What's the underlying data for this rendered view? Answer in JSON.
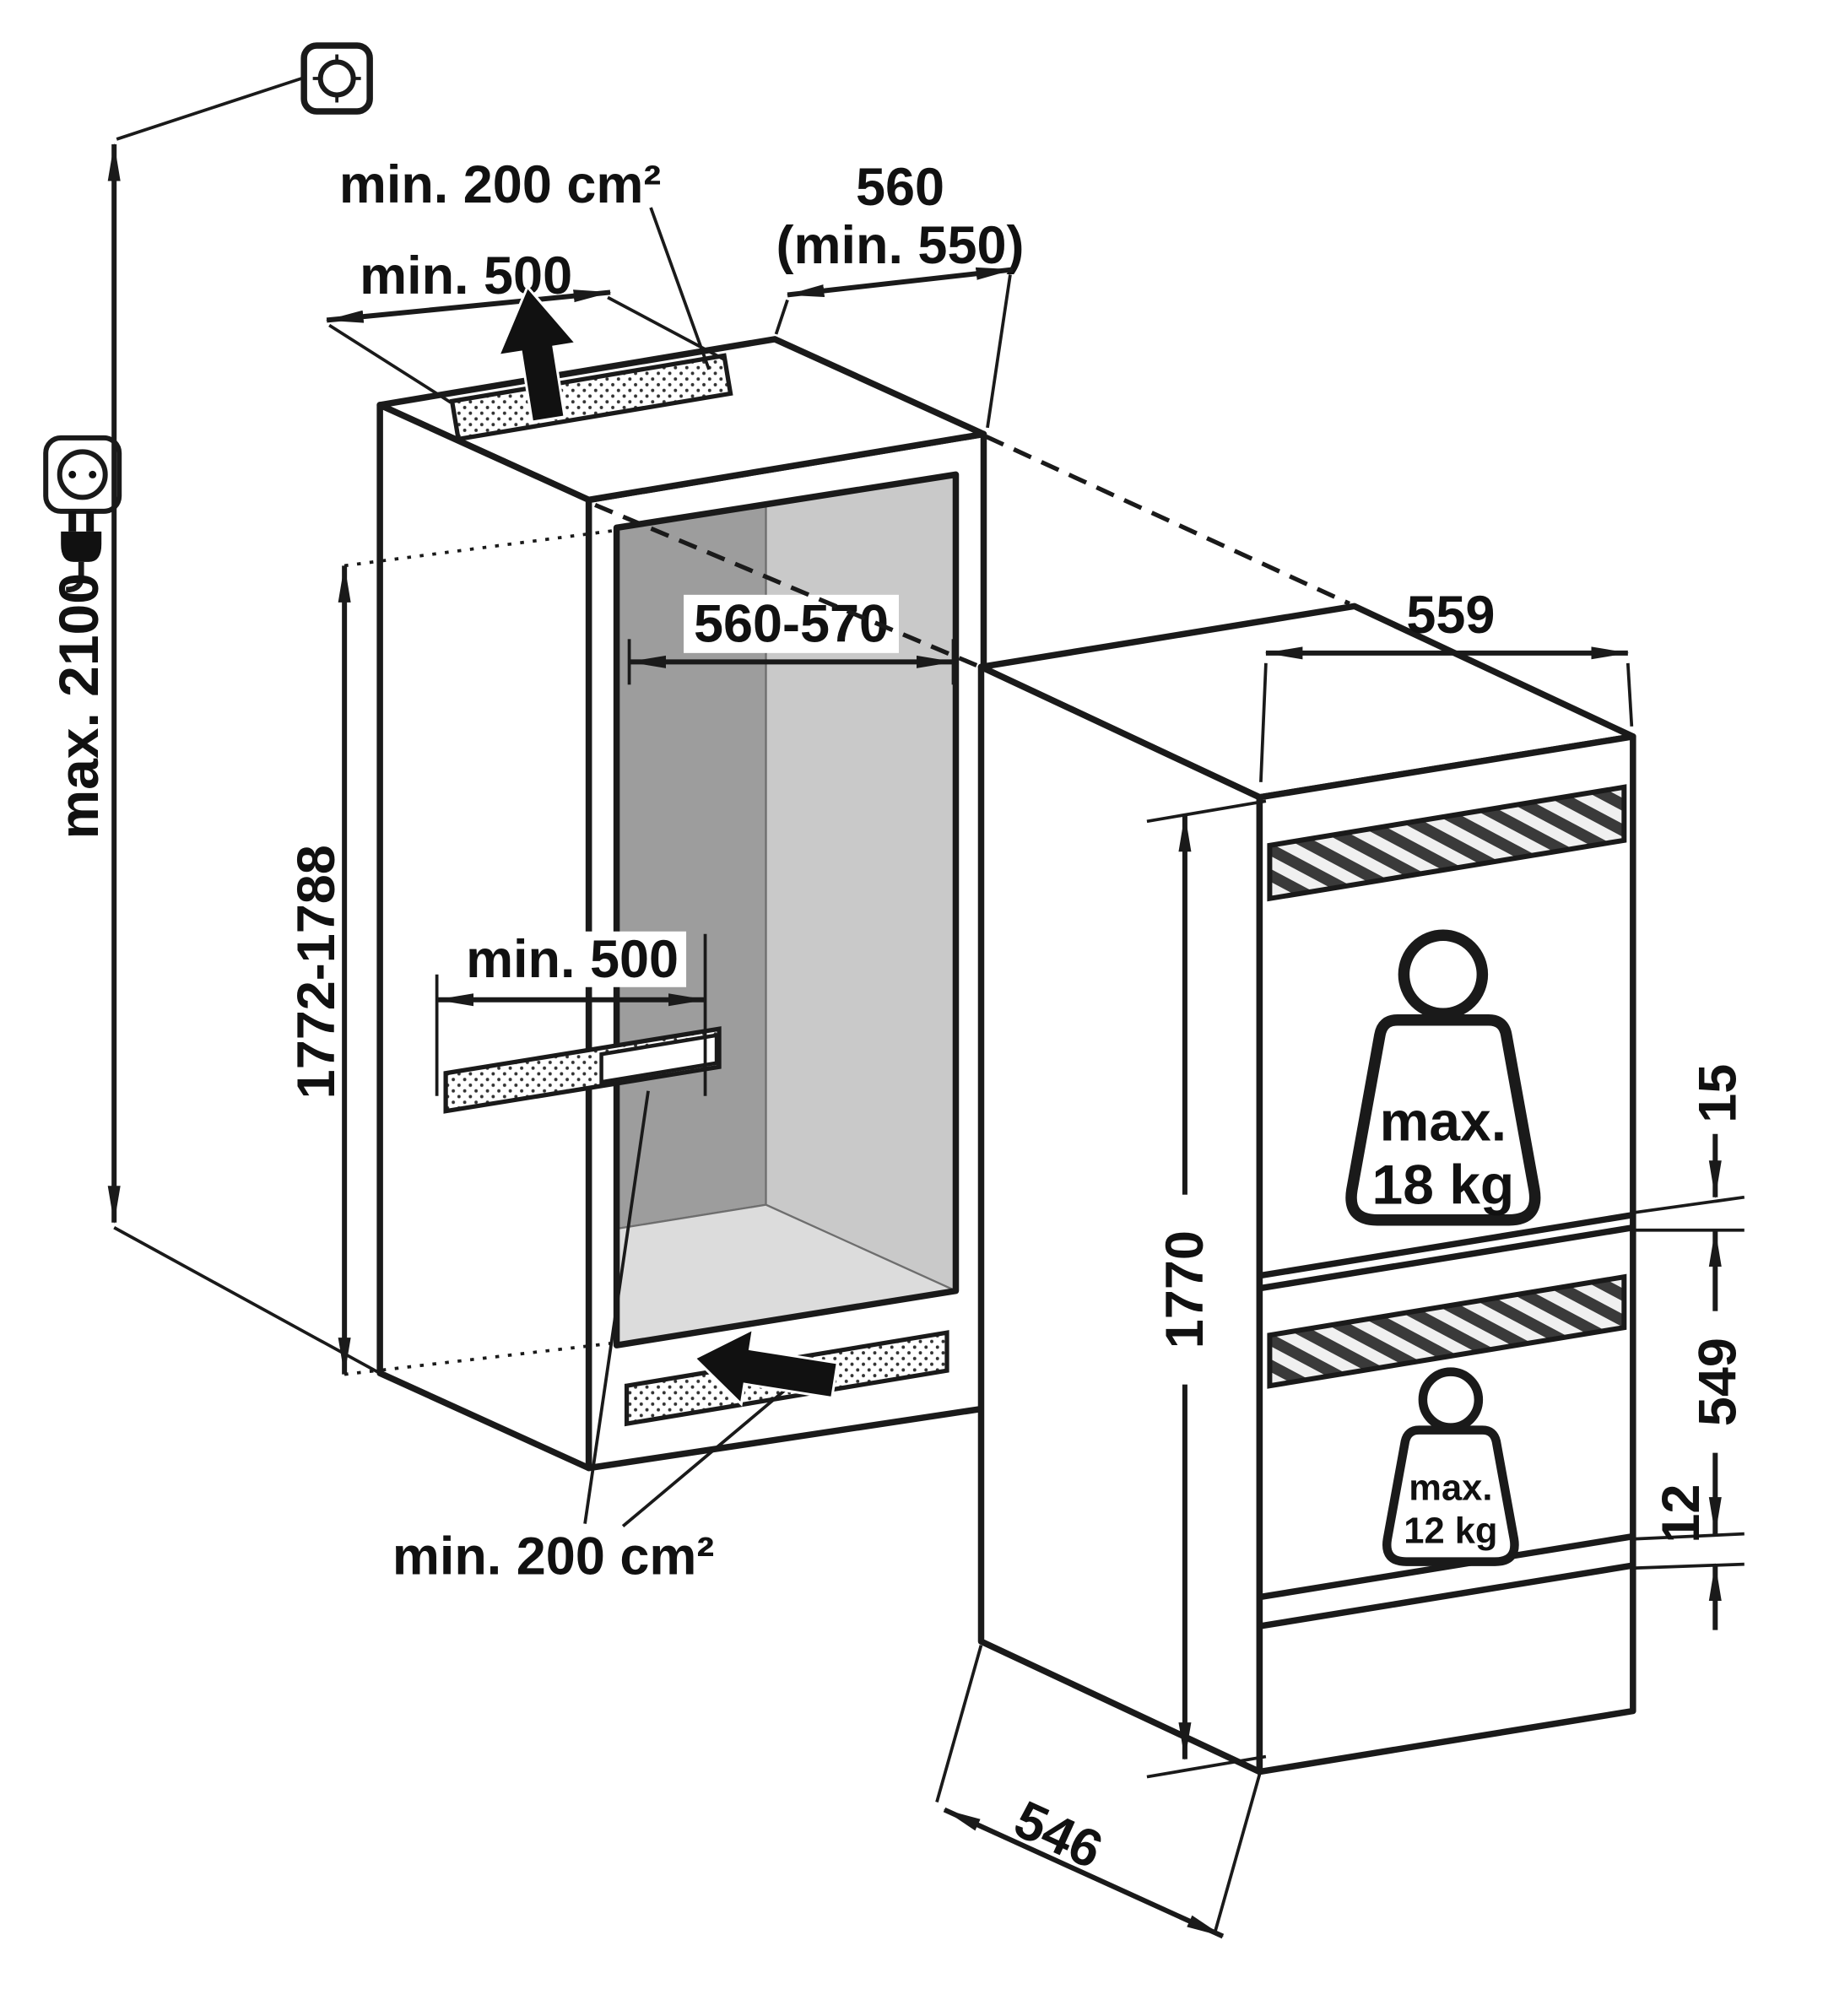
{
  "diagram": {
    "title": "built-in-fridge-installation-diagram",
    "icons": {
      "fixing_point": "crosshair-screw-icon",
      "power_socket": "socket-icon",
      "power_plug": "plug-icon",
      "airflow_top": "up-arrow",
      "airflow_bottom": "left-arrow",
      "upper_door_load": "weight-icon",
      "lower_door_load": "weight-icon"
    },
    "colors": {
      "outline": "#1a1a1a",
      "interior_back": "#9d9d9d",
      "interior_right": "#c9c9c9",
      "interior_ceiling": "#c2c2c2",
      "interior_floor": "#dcdcdc"
    },
    "installation": {
      "max_total_height": "max. 2100"
    },
    "niche": {
      "vent_top_area": "min. 200 cm²",
      "top_clearance_width": "min. 500",
      "depth": "560",
      "depth_min": "(min. 550)",
      "inner_width": "560-570",
      "floor_clearance_width": "min. 500",
      "height_range": "1772-1788",
      "vent_bottom_area": "min. 200 cm²"
    },
    "appliance": {
      "width": "559",
      "height": "1770",
      "depth": "546",
      "upper_door": {
        "load_prefix": "max.",
        "load_value": "18 kg"
      },
      "lower_door": {
        "load_prefix": "max.",
        "load_value": "12 kg",
        "height": "549",
        "gap_above": "15",
        "gap_below": "12"
      }
    }
  }
}
